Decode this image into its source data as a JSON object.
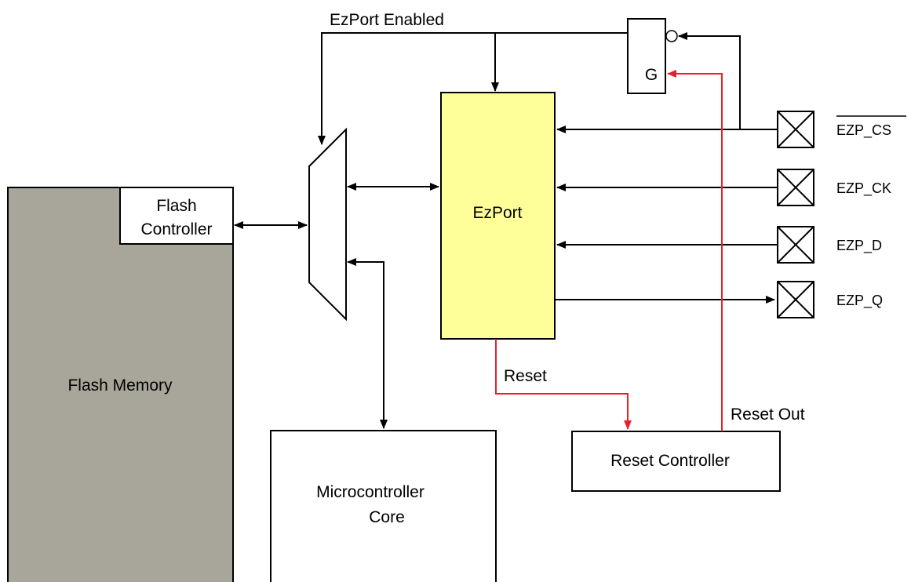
{
  "colors": {
    "flash_memory_fill": "#a8a69b",
    "ezport_fill": "#ffff99",
    "reset_wire": "#e8202a",
    "line": "#000000",
    "background": "#ffffff"
  },
  "blocks": {
    "flash_memory": "Flash Memory",
    "flash_controller_line1": "Flash",
    "flash_controller_line2": "Controller",
    "ezport": "EzPort",
    "micro_core_line1": "Microcontroller",
    "micro_core_line2": "Core",
    "reset_controller": "Reset Controller",
    "gate": "G"
  },
  "signals": {
    "ezport_enabled": "EzPort Enabled",
    "reset": "Reset",
    "reset_out": "Reset Out"
  },
  "pins": [
    "EZP_CS",
    "EZP_CK",
    "EZP_D",
    "EZP_Q"
  ],
  "pin_icon": "crossed-box-icon"
}
